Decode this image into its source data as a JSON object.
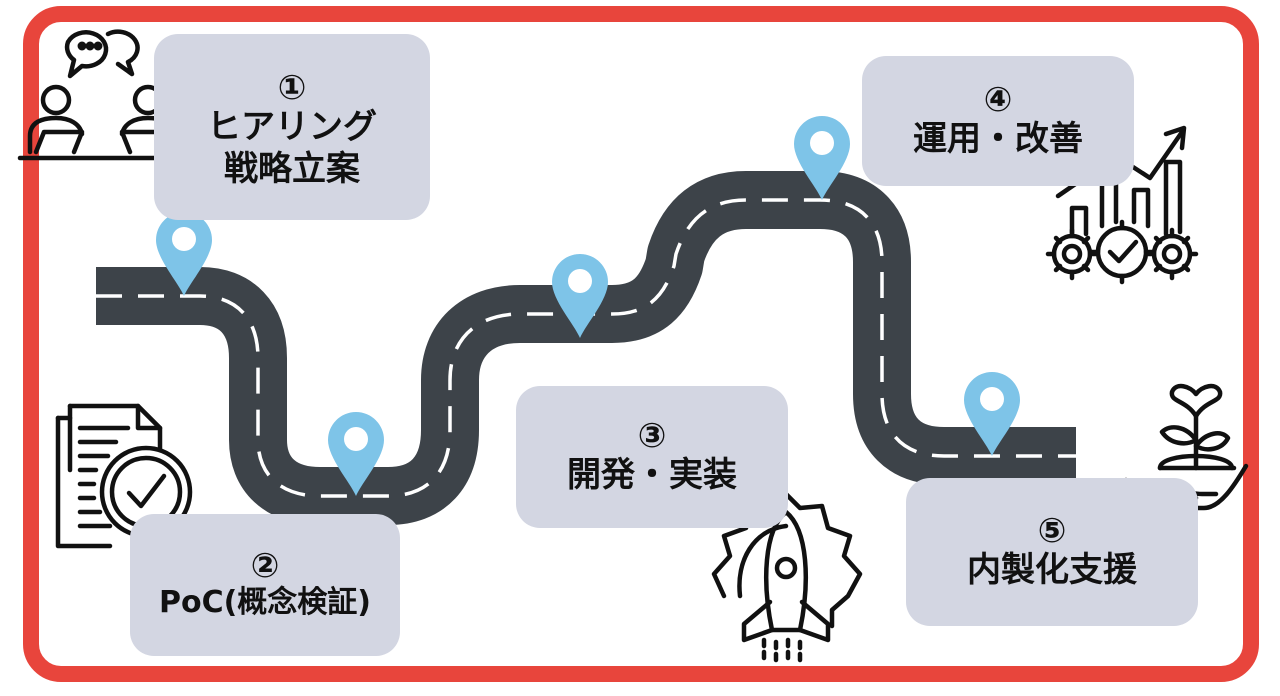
{
  "colors": {
    "frame": "#e8453c",
    "road": "#3d4349",
    "road_marking": "#ffffff",
    "pin": "#7ec4e8",
    "box": "#d3d6e2",
    "text": "#111111",
    "icon": "#111111"
  },
  "steps": [
    {
      "number": "①",
      "lines": [
        "ヒアリング",
        "戦略立案"
      ],
      "icon": "meeting-icon"
    },
    {
      "number": "②",
      "lines": [
        "PoC(概念検証)"
      ],
      "icon": "document-check-icon"
    },
    {
      "number": "③",
      "lines": [
        "開発・実装"
      ],
      "icon": "rocket-gear-icon"
    },
    {
      "number": "④",
      "lines": [
        "運用・改善"
      ],
      "icon": "growth-chart-gears-icon"
    },
    {
      "number": "⑤",
      "lines": [
        "内製化支援"
      ],
      "icon": "plant-hand-icon"
    }
  ],
  "road": {
    "marker_count": 5,
    "marker_icon": "location-pin-icon"
  }
}
